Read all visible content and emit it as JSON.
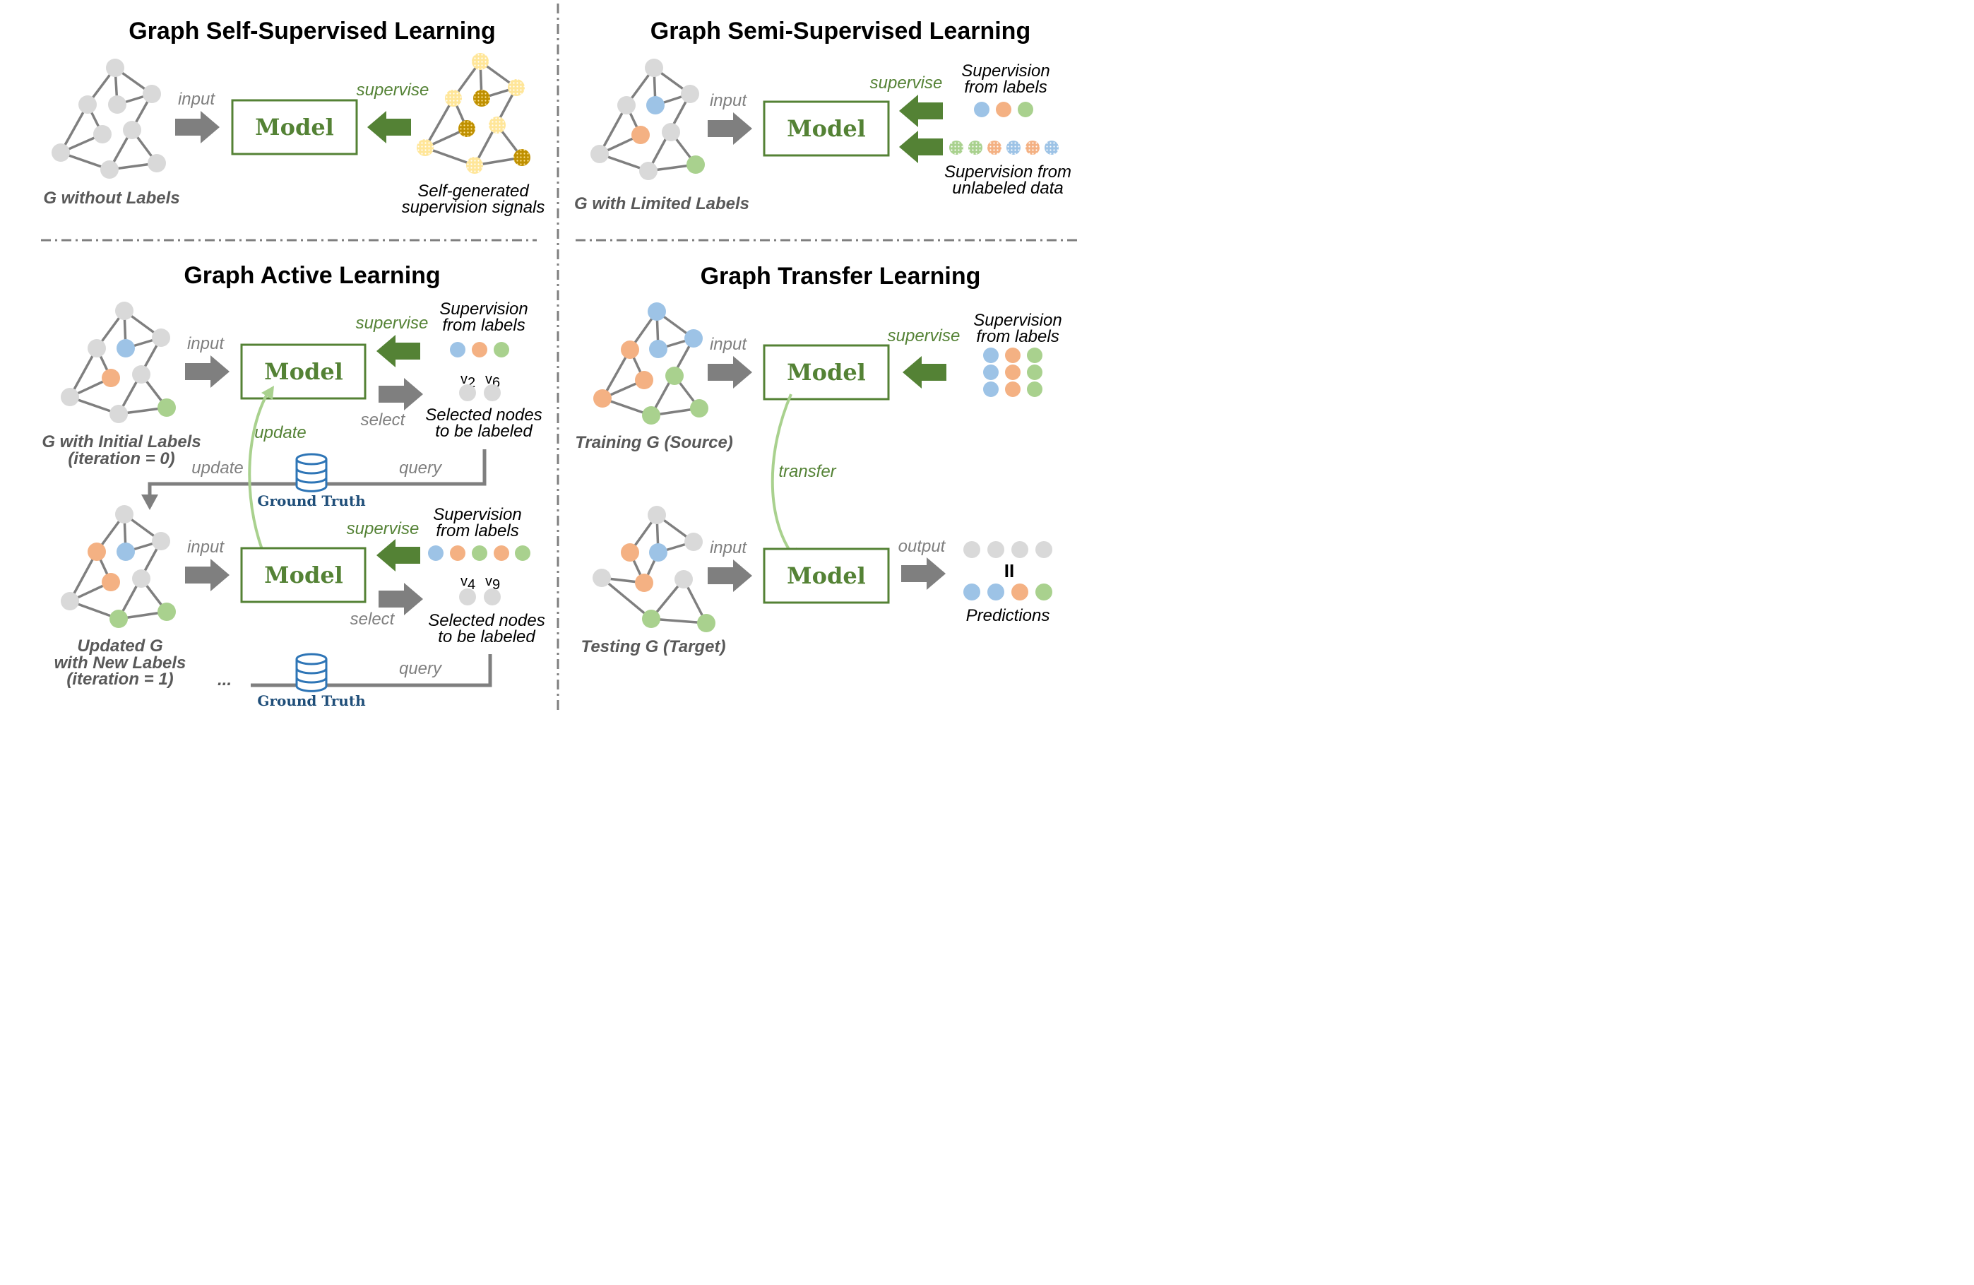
{
  "colors": {
    "node_gray": "#d9d9d9",
    "node_blue": "#9dc3e6",
    "node_orange": "#f4b183",
    "node_green": "#a9d18e",
    "model_green": "#548235",
    "arrow_gray": "#7f7f7f",
    "arrow_green": "#548235",
    "transfer_green": "#a9d18e",
    "db_blue": "#2e75b6"
  },
  "panels": {
    "self_supervised": {
      "title": "Graph Self-Supervised Learning",
      "input_label": "input",
      "model_label": "Model",
      "supervise_label": "supervise",
      "graph_caption": "G without Labels",
      "signals_caption": [
        "Self-generated",
        "supervision signals"
      ]
    },
    "semi_supervised": {
      "title": "Graph Semi-Supervised Learning",
      "input_label": "input",
      "model_label": "Model",
      "supervise_label": "supervise",
      "graph_caption": "G with Limited Labels",
      "labels_caption": [
        "Supervision",
        "from labels"
      ],
      "unlabeled_caption": [
        "Supervision from",
        "unlabeled data"
      ]
    },
    "active": {
      "title": "Graph Active Learning",
      "input_label": "input",
      "model_label": "Model",
      "supervise_label": "supervise",
      "select_label": "select",
      "update_label": "update",
      "query_label": "query",
      "ground_truth": "Ground Truth",
      "labels_caption": [
        "Supervision",
        "from labels"
      ],
      "selected_caption": [
        "Selected nodes",
        "to be labeled"
      ],
      "iter0_caption": [
        "G with Initial Labels",
        "(iteration = 0)"
      ],
      "iter1_caption": [
        "Updated G",
        "with New Labels",
        "(iteration = 1)"
      ],
      "ellipsis": "...",
      "selected_nodes_iter0": [
        "v",
        "2",
        "v",
        "6"
      ],
      "selected_nodes_iter1": [
        "v",
        "4",
        "v",
        "9"
      ]
    },
    "transfer": {
      "title": "Graph Transfer Learning",
      "input_label": "input",
      "model_label": "Model",
      "supervise_label": "supervise",
      "transfer_label": "transfer",
      "output_label": "output",
      "labels_caption": [
        "Supervision",
        "from labels"
      ],
      "source_caption": "Training G (Source)",
      "target_caption": "Testing G (Target)",
      "equals_sign": "II",
      "predictions_caption": "Predictions"
    }
  }
}
